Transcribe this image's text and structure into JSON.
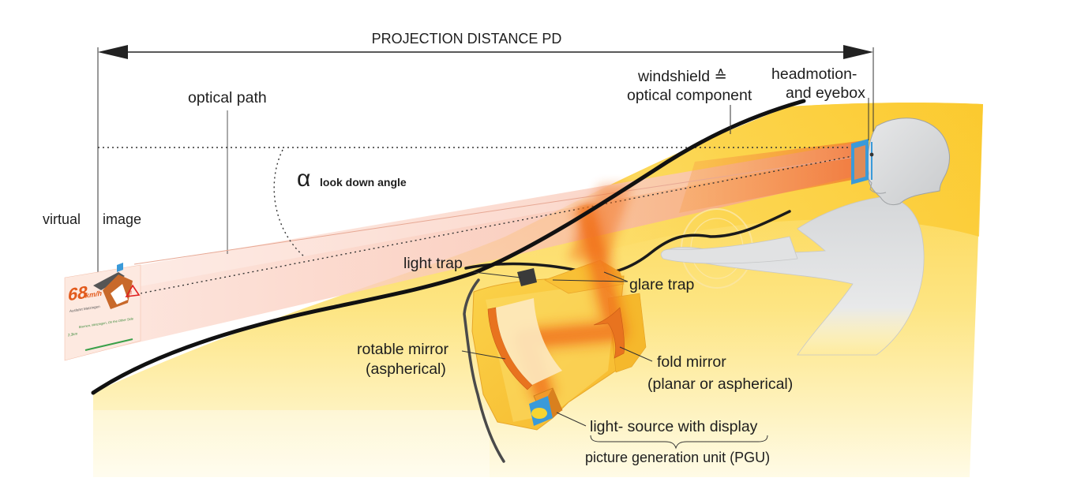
{
  "title": "PROJECTION DISTANCE  PD",
  "labels": {
    "optical_path": "optical path",
    "alpha_symbol": "α",
    "look_down_angle": "look down angle",
    "virtual_image_1": "virtual",
    "virtual_image_2": "image",
    "windshield_1": "windshield  ≙",
    "windshield_2": "optical component",
    "headmotion_1": "headmotion-",
    "headmotion_2": "and eyebox",
    "light_trap": "light trap",
    "glare_trap": "glare trap",
    "rotable_mirror_1": "rotable mirror",
    "rotable_mirror_2": "(aspherical)",
    "fold_mirror_1": "fold mirror",
    "fold_mirror_2": "(planar or aspherical)",
    "light_source": "light- source with display",
    "pgu": "picture generation unit (PGU)"
  },
  "hud_image": {
    "speed": "68",
    "speed_unit": "km/h",
    "info_line_1": "Ausfahrt Metzingen",
    "info_line_2": "Bremen, Metzingen, On the Other Side",
    "distance": "2,3km"
  },
  "colors": {
    "beam": "#f6b89c",
    "interior_yellow": "#fdd640",
    "windshield_line": "#111111",
    "light_ray": "#f07c1c",
    "mirror": "#e8731f",
    "head": "#d7d9db",
    "eyebox": "#3a9ad9"
  }
}
